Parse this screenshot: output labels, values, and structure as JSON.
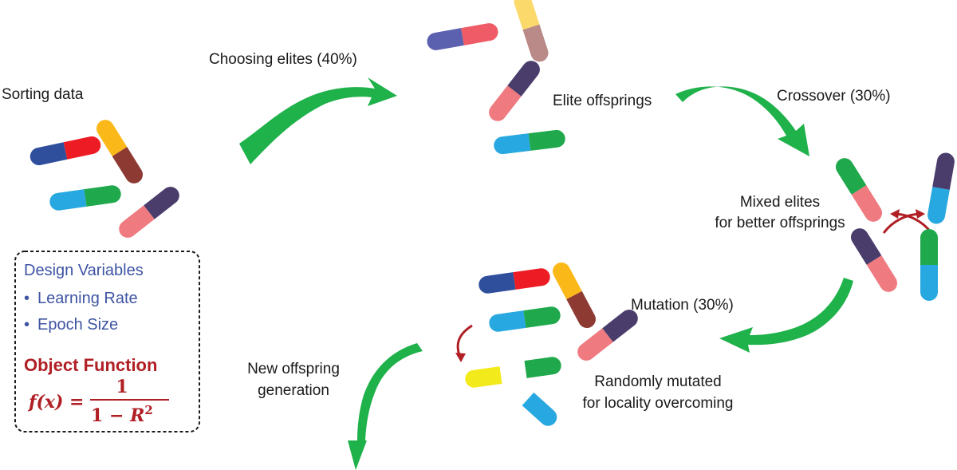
{
  "labels": {
    "sorting_data": "Sorting data",
    "choosing_elites": "Choosing elites (40%)",
    "elite_offsprings": "Elite offsprings",
    "crossover": "Crossover (30%)",
    "mixed_elites_line1": "Mixed elites",
    "mixed_elites_line2": "for better offsprings",
    "mutation": "Mutation (30%)",
    "randomly_mutated_line1": "Randomly mutated",
    "randomly_mutated_line2": "for locality overcoming",
    "new_offspring_line1": "New offspring",
    "new_offspring_line2": "generation"
  },
  "design_box": {
    "title": "Design Variables",
    "items": [
      "Learning Rate",
      "Epoch Size"
    ],
    "bullet": "•",
    "objective_title": "Object Function",
    "formula": {
      "lhs": "f(x) =",
      "numerator": "1",
      "denominator_prefix": "1 − ",
      "denominator_var": "R",
      "denominator_exp": "2"
    }
  },
  "colors": {
    "arrow_green": "#1fb14a",
    "title_blue": "#3e54a3",
    "accent_red": "#b01f24",
    "capsule_navy": "#2f4f9d",
    "capsule_red": "#ed1c24",
    "capsule_yellow": "#fbb919",
    "capsule_brown": "#8d3a33",
    "capsule_cyan": "#28a8e0",
    "capsule_green": "#20a84c",
    "capsule_pink": "#ef7a80",
    "capsule_purple": "#4a3d6b",
    "capsule_periwinkle": "#5b61ae",
    "capsule_lightyellow": "#fbd96a",
    "capsule_mauve": "#b98a87",
    "capsule_brightyellow": "#f3ea1c"
  }
}
